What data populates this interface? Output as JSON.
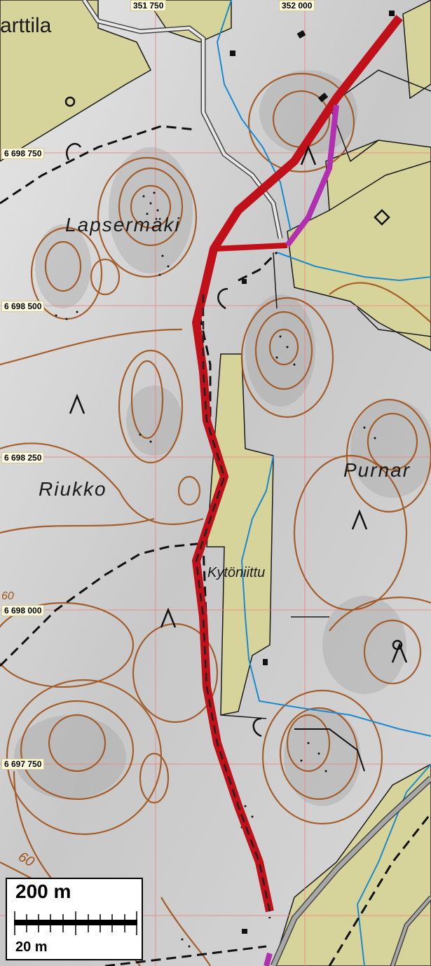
{
  "map": {
    "easting_labels": [
      "351 750",
      "352 000"
    ],
    "northing_labels": [
      "6 698 750",
      "6 698 500",
      "6 698 250",
      "6 698 000",
      "6 697 750"
    ],
    "place_names": {
      "arttila": "arttila",
      "lapsermaki": "Lapsermäki",
      "riukko": "Riukko",
      "purnar": "Purnar",
      "kytoniittu": "Kytöniittu"
    },
    "contour_labels": [
      "60",
      "60"
    ],
    "scale": {
      "large_label": "200 m",
      "small_label": "20 m"
    },
    "colors": {
      "field": "#d6d49a",
      "contour": "#a0521a",
      "route": "#c0101a",
      "route_purple": "#b030b0",
      "stream": "#1a8ad0",
      "grid": "#f08080",
      "road": "#8a8a8a"
    }
  }
}
